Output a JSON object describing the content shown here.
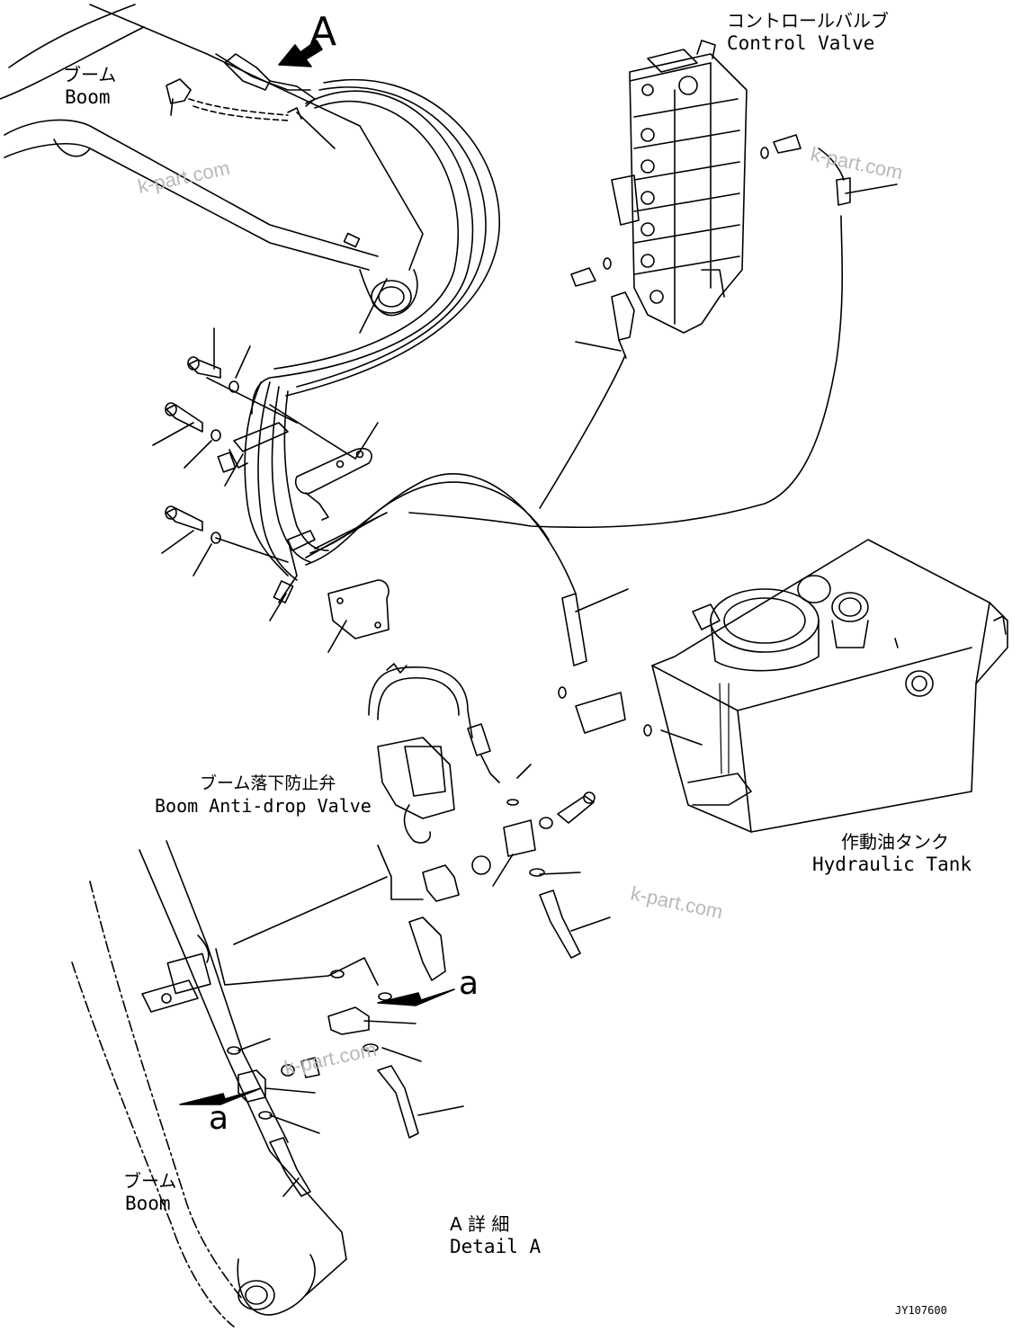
{
  "labels": {
    "boom_top_jp": "ブーム",
    "boom_top_en": "Boom",
    "view_arrow": "A",
    "control_valve_jp": "コントロールバルブ",
    "control_valve_en": "Control Valve",
    "anti_drop_jp": "ブーム落下防止弁",
    "anti_drop_en": "Boom Anti-drop Valve",
    "tank_jp": "作動油タンク",
    "tank_en": "Hydraulic Tank",
    "callout_a_upper": "a",
    "callout_a_lower": "a",
    "boom_bottom_jp": "ブーム",
    "boom_bottom_en": "Boom",
    "detail_jp": "A 詳 細",
    "detail_en": "Detail A",
    "drawing_code": "JY107600"
  },
  "watermarks": [
    "k-part.com",
    "k-part.com",
    "k-part.com",
    "k-part.com"
  ],
  "colors": {
    "line": "#000000",
    "watermark": "#b8b8b8",
    "background": "#ffffff"
  }
}
